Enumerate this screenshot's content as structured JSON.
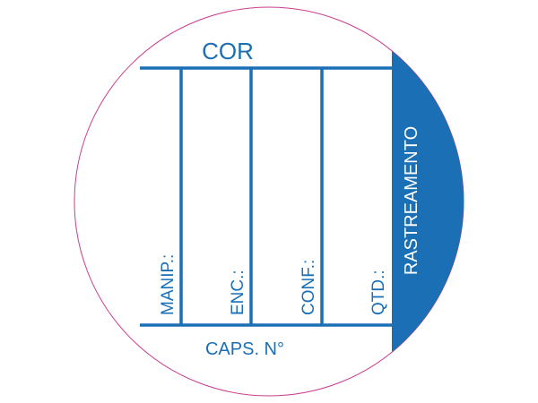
{
  "label": {
    "top_text": "COR",
    "bottom_text": "CAPS. N°",
    "band_text": "RASTREAMENTO",
    "fields": [
      {
        "label": "MANIP.:"
      },
      {
        "label": "ENC.:"
      },
      {
        "label": "CONF.:"
      },
      {
        "label": "QTD.:"
      }
    ]
  },
  "colors": {
    "accent": "#1a6fb5",
    "outline": "#c93c8f",
    "background": "#ffffff",
    "band_text": "#ffffff"
  }
}
